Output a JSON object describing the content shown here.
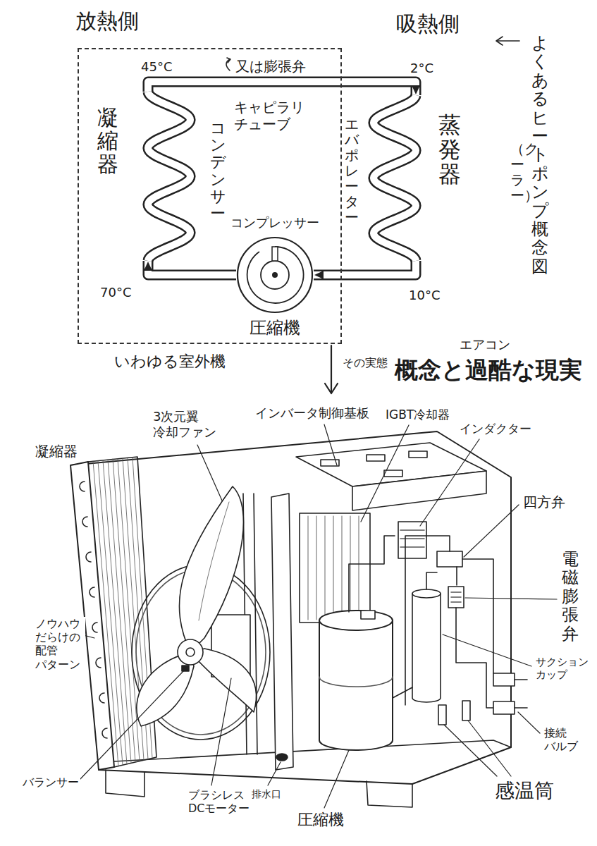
{
  "diagram": {
    "title": "概念と過酷な現実",
    "nodes": [
      {
        "text": [
          "いわゆる室外機"
        ]
      },
      {
        "text": [
          "凝縮器",
          "コンデンサー"
        ],
        "in": 0
      },
      {
        "text": [
          "コンプレッサー",
          "圧縮機"
        ],
        "in": 0
      },
      {
        "text": [
          "エバポレーター",
          "蒸発器"
        ]
      }
    ],
    "edges": [
      {
        "from": 2,
        "to": 1,
        "arrow": "to"
      },
      {
        "from": 1,
        "to": 3,
        "arrow": "to"
      },
      {
        "from": 3,
        "to": 2,
        "arrow": "to"
      }
    ],
    "labels": [
      "放熱側",
      "吸熱側",
      "45°C",
      "又は膨張弁",
      "2°C",
      "よくあるヒートポンプ概念図",
      "（クーラー）",
      "キャピラリ チューブ",
      "70°C",
      "10°C",
      "その実態",
      "エアコン",
      "凝縮器",
      "3次元翼 冷却ファン",
      "インバータ制御基板",
      "IGBT冷却器",
      "インダクター",
      "四方弁",
      "電磁膨張弁",
      "ノウハウ だらけの 配管 パターン",
      "サクション カップ",
      "接続 バルブ",
      "バランサー",
      "ブラシレス DCモーター",
      "排水口",
      "圧縮機",
      "感温筒"
    ]
  }
}
